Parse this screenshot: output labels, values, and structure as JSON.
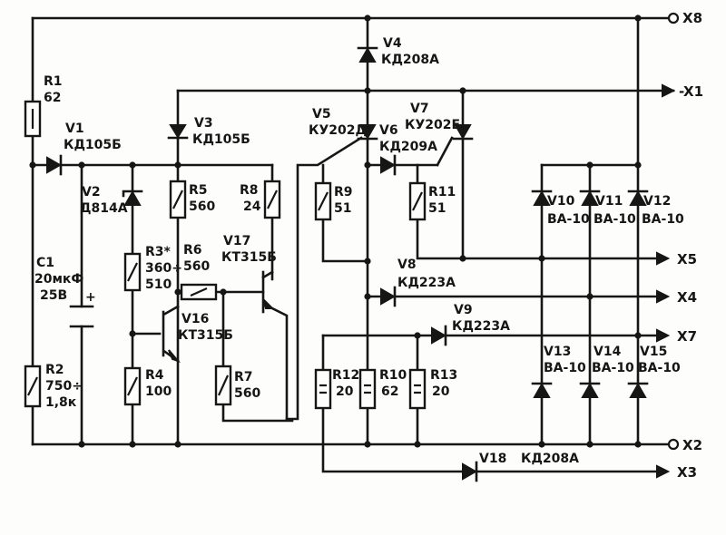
{
  "header": {
    "faint_mark": ""
  },
  "terminals": {
    "x8": "X8",
    "x1": "-X1",
    "x5": "X5",
    "x4": "X4",
    "x7": "X7",
    "x2": "X2",
    "x3": "X3"
  },
  "components": {
    "r1": {
      "ref": "R1",
      "value": "62"
    },
    "v1": {
      "ref": "V1",
      "value": "КД105Б"
    },
    "v2": {
      "ref": "V2",
      "value": "Д814А"
    },
    "c1": {
      "ref": "C1",
      "value": "20мкФ",
      "voltage": "25В",
      "polarity": "+"
    },
    "r2": {
      "ref": "R2",
      "value": "750÷",
      "value2": "1,8к"
    },
    "r3": {
      "ref": "R3*",
      "value": "360÷",
      "value2": "510"
    },
    "r4": {
      "ref": "R4",
      "value": "100"
    },
    "v3": {
      "ref": "V3",
      "value": "КД105Б"
    },
    "r5": {
      "ref": "R5",
      "value": "560"
    },
    "r6": {
      "ref": "R6",
      "value": "560"
    },
    "r8": {
      "ref": "R8",
      "value": "24"
    },
    "v16": {
      "ref": "V16",
      "value": "КТ315Б"
    },
    "v17": {
      "ref": "V17",
      "value": "КТ315Б"
    },
    "r7": {
      "ref": "R7",
      "value": "560"
    },
    "v4": {
      "ref": "V4",
      "value": "КД208А"
    },
    "v5": {
      "ref": "V5",
      "value": "КУ202Д"
    },
    "v6": {
      "ref": "V6",
      "value": "КД209А"
    },
    "v7": {
      "ref": "V7",
      "value": "КУ202Е"
    },
    "r9": {
      "ref": "R9",
      "value": "51"
    },
    "r11": {
      "ref": "R11",
      "value": "51"
    },
    "v8": {
      "ref": "V8",
      "value": "КД223А"
    },
    "v9": {
      "ref": "V9",
      "value": "КД223А"
    },
    "r12": {
      "ref": "R12",
      "value": "20"
    },
    "r10": {
      "ref": "R10",
      "value": "62"
    },
    "r13": {
      "ref": "R13",
      "value": "20"
    },
    "v10": {
      "ref": "V10",
      "value": "ВА-10"
    },
    "v11": {
      "ref": "V11",
      "value": "ВА-10"
    },
    "v12": {
      "ref": "V12",
      "value": "ВА-10"
    },
    "v13": {
      "ref": "V13",
      "value": "ВА-10"
    },
    "v14": {
      "ref": "V14",
      "value": "ВА-10"
    },
    "v15": {
      "ref": "V15",
      "value": "ВА-10"
    },
    "v18": {
      "ref": "V18",
      "value": "КД208А"
    }
  }
}
